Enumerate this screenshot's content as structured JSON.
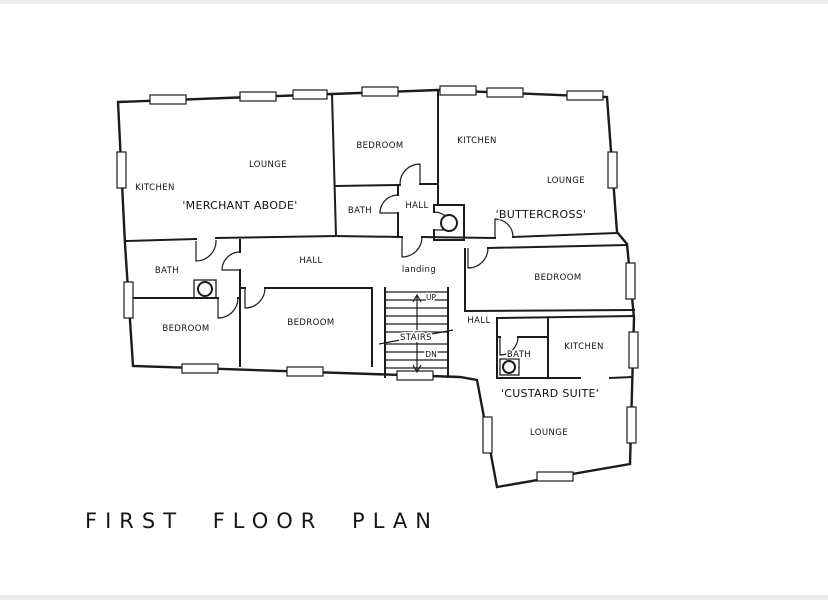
{
  "drawing_title": "FIRST FLOOR PLAN",
  "plan": {
    "merchant_abode": {
      "name": "'MERCHANT ABODE'",
      "kitchen": "KITCHEN",
      "lounge": "LOUNGE"
    },
    "top_middle_flat": {
      "bedroom": "BEDROOM",
      "bath": "BATH",
      "hall": "HALL"
    },
    "buttercross": {
      "name": "'BUTTERCROSS'",
      "kitchen": "KITCHEN",
      "lounge": "LOUNGE"
    },
    "middle_floor": {
      "bath": "BATH",
      "hall": "HALL",
      "landing": "landing",
      "bedroom_left": "BEDROOM",
      "bedroom_center": "BEDROOM",
      "bedroom_right": "BEDROOM",
      "hall_right": "HALL"
    },
    "stairs": {
      "up": "UP",
      "label": "STAIRS",
      "down": "DN"
    },
    "custard_suite": {
      "name": "'CUSTARD SUITE'",
      "bath": "BATH",
      "kitchen": "KITCHEN",
      "lounge": "LOUNGE"
    }
  },
  "colors": {
    "ink": "#1c1c1c",
    "paper": "#ffffff",
    "page_edge": "#ececec"
  }
}
